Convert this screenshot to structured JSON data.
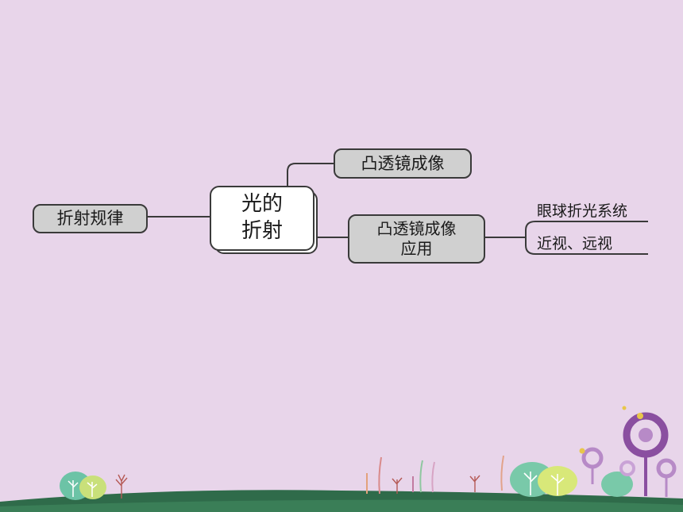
{
  "diagram": {
    "center": {
      "label": "光的\n折射"
    },
    "left_branch": {
      "label": "折射规律"
    },
    "right_top": {
      "label": "凸透镜成像"
    },
    "right_bottom": {
      "label": "凸透镜成像\n应用",
      "children": [
        {
          "label": "眼球折光系统"
        },
        {
          "label": "近视、远视"
        }
      ]
    }
  },
  "colors": {
    "background": "#e8d5ea",
    "node_fill": "#d0d0d0",
    "node_border": "#3a3a3a",
    "center_fill": "#ffffff",
    "ground": "#2f6b4a"
  }
}
